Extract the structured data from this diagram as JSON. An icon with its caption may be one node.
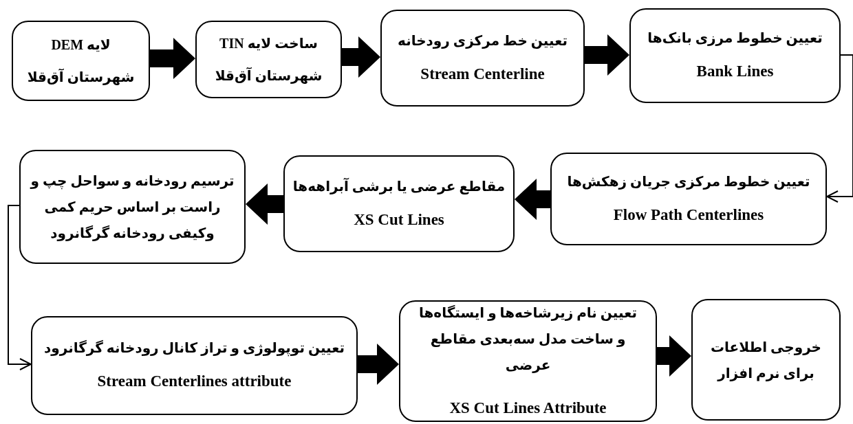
{
  "diagram": {
    "nodes": [
      {
        "text": [
          "لایه DEM",
          "شهرستان آق‌قلا"
        ]
      },
      {
        "text": [
          "ساخت لایه TIN",
          "شهرستان آق‌قلا"
        ]
      },
      {
        "text": [
          "تعیین خط مرکزی رودخانه",
          "Stream Centerline"
        ]
      },
      {
        "text": [
          "تعیین خطوط مرزی بانک‌ها",
          "Bank Lines"
        ]
      },
      {
        "text": [
          "تعیین خطوط مرکزی جریان زهکش‌ها",
          "Flow Path Centerlines"
        ]
      },
      {
        "text": [
          "مقاطع عرضی یا برشی آبراهه‌ها",
          "XS Cut Lines"
        ]
      },
      {
        "text": [
          "ترسیم رودخانه و سواحل چپ و راست بر اساس حریم کمی وکیفی رودخانه گرگانرود"
        ]
      },
      {
        "text": [
          "تعیین توپولوژی و تراز کانال رودخانه گرگانرود",
          "Stream Centerlines attribute"
        ]
      },
      {
        "text": [
          "تعیین نام زیرشاخه‌ها و ایستگاه‌ها و ساخت مدل سه‌بعدی مقاطع عرضی",
          "XS Cut Lines Attribute"
        ]
      },
      {
        "text": [
          "خروجی اطلاعات برای نرم افزار"
        ]
      }
    ],
    "edges": [
      {
        "from": 0,
        "to": 1,
        "arrow": "to"
      },
      {
        "from": 1,
        "to": 2,
        "arrow": "to"
      },
      {
        "from": 2,
        "to": 3,
        "arrow": "to"
      },
      {
        "from": 3,
        "to": 4,
        "arrow": "to"
      },
      {
        "from": 4,
        "to": 5,
        "arrow": "to"
      },
      {
        "from": 5,
        "to": 6,
        "arrow": "to"
      },
      {
        "from": 6,
        "to": 7,
        "arrow": "to"
      },
      {
        "from": 7,
        "to": 8,
        "arrow": "to"
      },
      {
        "from": 8,
        "to": 9,
        "arrow": "to"
      }
    ]
  }
}
